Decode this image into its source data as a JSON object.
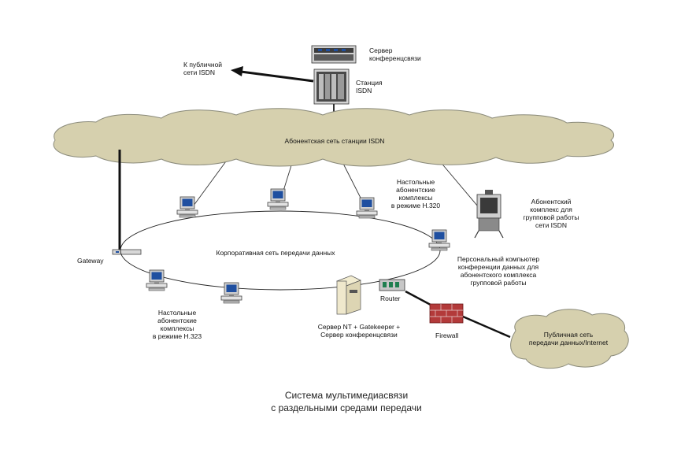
{
  "diagram": {
    "labels": {
      "conference_server": "Сервер\nконференцсвязи",
      "to_public_isdn": "К публичной\nсети ISDN",
      "isdn_station": "Станция\nISDN",
      "subscriber_network": "Абонентская сеть станции ISDN",
      "desktop_h320": "Настольные\nабонентские\nкомплексы\nв режиме Н.320",
      "group_complex": "Абонентский\nкомплекс для\nгрупповой работы\nсети ISDN",
      "gateway": "Gateway",
      "corporate_network": "Корпоративная сеть передачи данных",
      "pc_conference": "Персональный компьютер\nконференции данных для\nабонентского комплекса\nгрупповой работы",
      "router": "Router",
      "desktop_h323": "Настольные\nабонентские\nкомплексы\nв режиме Н.323",
      "server_nt": "Сервер NT + Gatekeeper +\nСервер конференцсвязи",
      "firewall": "Firewall",
      "public_network": "Публичная сеть\nпередачи данных/Internet"
    },
    "caption": {
      "line1": "Система мультимедиасвязи",
      "line2": "с раздельными средами передачи"
    },
    "colors": {
      "cloud_fill": "#d6d0ae",
      "cloud_stroke": "#8a8a7a",
      "screen": "#1f4fa0",
      "firewall": "#b33a3a"
    },
    "icons": [
      "server-rack-icon",
      "isdn-station-icon",
      "arrow-icon",
      "cloud-icon",
      "computer-icon",
      "gateway-icon",
      "router-icon",
      "firewall-icon",
      "tower-server-icon",
      "video-cart-icon"
    ]
  }
}
